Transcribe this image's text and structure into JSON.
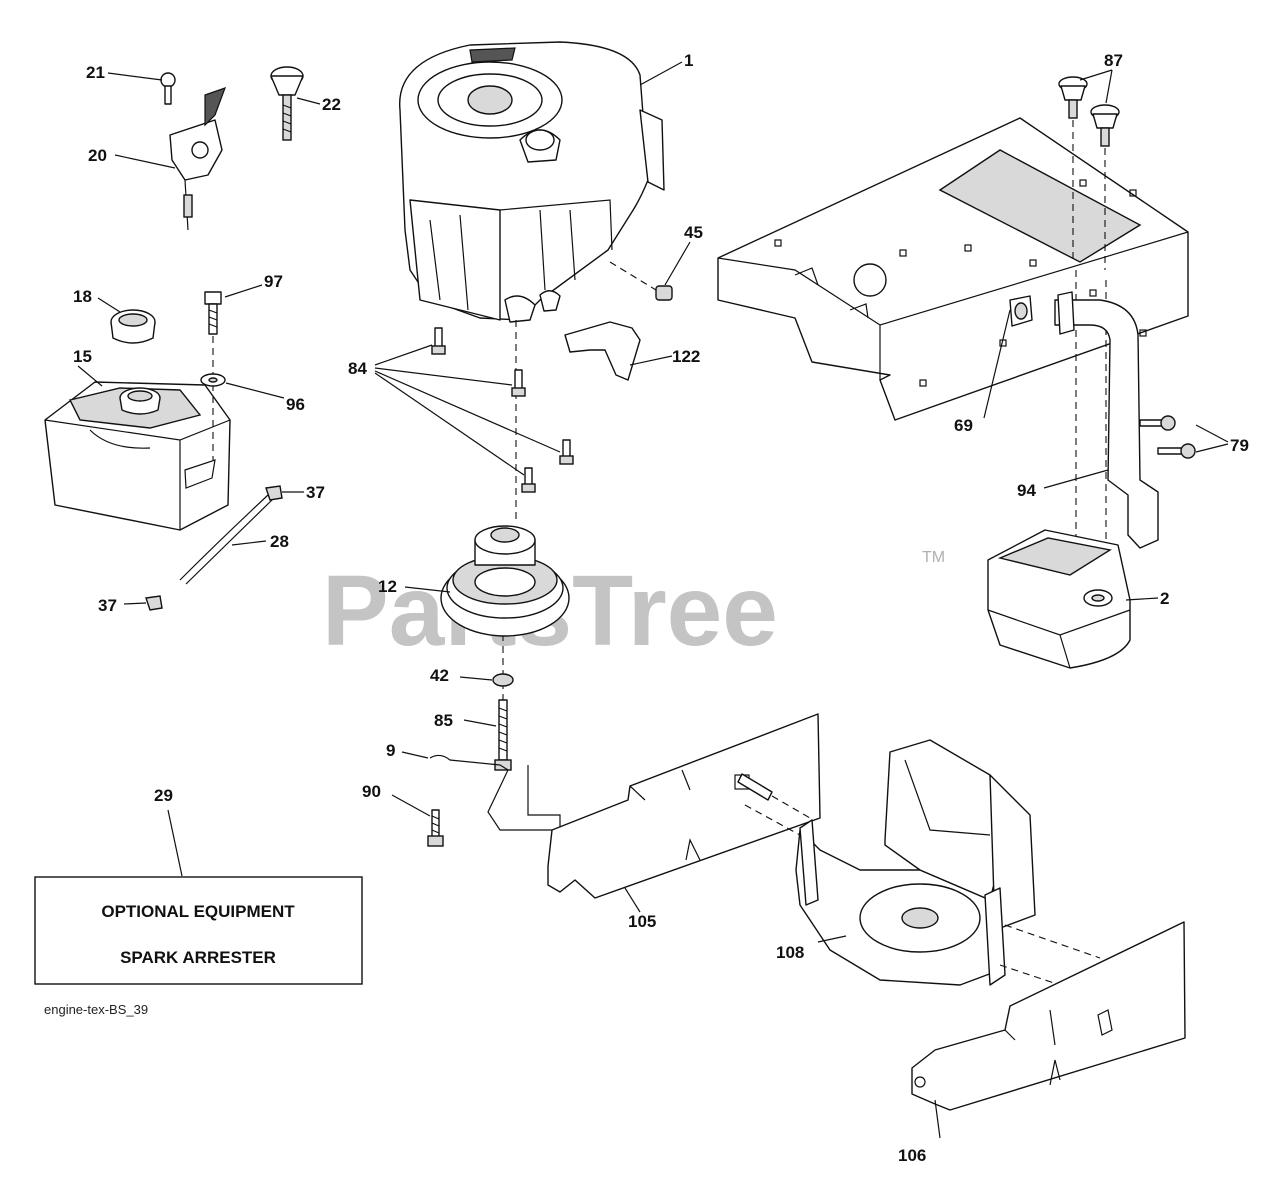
{
  "watermark": {
    "brand": "PartsTree",
    "tm": "TM"
  },
  "optional_box": {
    "line1": "OPTIONAL EQUIPMENT",
    "line2": "SPARK ARRESTER"
  },
  "footnote": "engine-tex-BS_39",
  "callouts": {
    "c1": "1",
    "c2": "2",
    "c9": "9",
    "c12": "12",
    "c15": "15",
    "c18": "18",
    "c20": "20",
    "c21": "21",
    "c22": "22",
    "c28": "28",
    "c29": "29",
    "c37a": "37",
    "c37b": "37",
    "c42": "42",
    "c45": "45",
    "c69": "69",
    "c79": "79",
    "c84": "84",
    "c85": "85",
    "c87": "87",
    "c90": "90",
    "c94": "94",
    "c96": "96",
    "c97": "97",
    "c105": "105",
    "c106": "106",
    "c108": "108",
    "c122": "122"
  }
}
